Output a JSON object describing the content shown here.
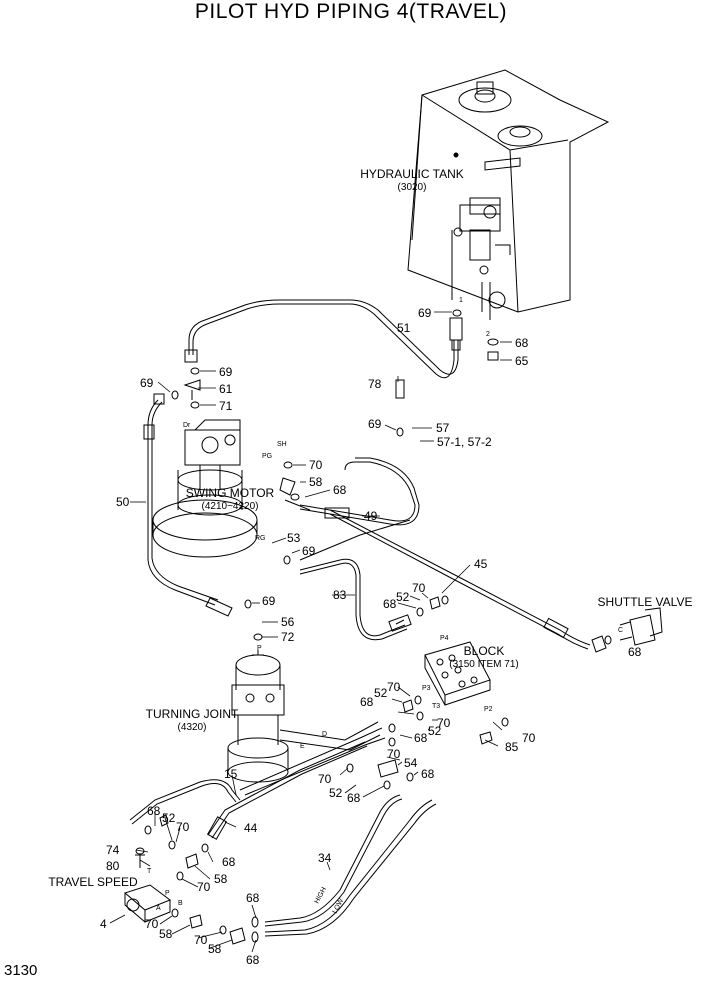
{
  "title": "PILOT HYD PIPING 4(TRAVEL)",
  "page_number": "3130",
  "components": {
    "hydraulic_tank": [
      "HYDRAULIC TANK",
      "(3020)"
    ],
    "swing_motor": [
      "SWING MOTOR",
      "(4210~4220)"
    ],
    "turning_joint": [
      "TURNING JOINT",
      "(4320)"
    ],
    "block": [
      "BLOCK",
      "(3150 ITEM 71)"
    ],
    "shuttle_valve": [
      "SHUTTLE VALVE"
    ],
    "travel_speed": [
      "TRAVEL SPEED"
    ]
  },
  "port_labels": [
    "1",
    "2",
    "Dr",
    "SH",
    "PG",
    "RG",
    "P",
    "D",
    "E",
    "P4",
    "P3",
    "T3",
    "P2",
    "C",
    "T",
    "P",
    "A",
    "B",
    "HIGH",
    "LOW"
  ],
  "callouts": [
    {
      "num": "69"
    },
    {
      "num": "51"
    },
    {
      "num": "68"
    },
    {
      "num": "65"
    },
    {
      "num": "69"
    },
    {
      "num": "69"
    },
    {
      "num": "61"
    },
    {
      "num": "71"
    },
    {
      "num": "78"
    },
    {
      "num": "69"
    },
    {
      "num": "57"
    },
    {
      "num": "57-1, 57-2"
    },
    {
      "num": "70"
    },
    {
      "num": "58"
    },
    {
      "num": "68"
    },
    {
      "num": "49"
    },
    {
      "num": "50"
    },
    {
      "num": "53"
    },
    {
      "num": "69"
    },
    {
      "num": "45"
    },
    {
      "num": "70"
    },
    {
      "num": "52"
    },
    {
      "num": "68"
    },
    {
      "num": "83"
    },
    {
      "num": "68"
    },
    {
      "num": "69"
    },
    {
      "num": "56"
    },
    {
      "num": "72"
    },
    {
      "num": "70"
    },
    {
      "num": "52"
    },
    {
      "num": "68"
    },
    {
      "num": "70"
    },
    {
      "num": "52"
    },
    {
      "num": "68"
    },
    {
      "num": "70"
    },
    {
      "num": "85"
    },
    {
      "num": "70"
    },
    {
      "num": "54"
    },
    {
      "num": "68"
    },
    {
      "num": "70"
    },
    {
      "num": "52"
    },
    {
      "num": "68"
    },
    {
      "num": "15"
    },
    {
      "num": "68"
    },
    {
      "num": "52"
    },
    {
      "num": "70"
    },
    {
      "num": "44"
    },
    {
      "num": "74"
    },
    {
      "num": "80"
    },
    {
      "num": "68"
    },
    {
      "num": "70"
    },
    {
      "num": "58"
    },
    {
      "num": "34"
    },
    {
      "num": "4"
    },
    {
      "num": "70"
    },
    {
      "num": "58"
    },
    {
      "num": "68"
    },
    {
      "num": "70"
    },
    {
      "num": "58"
    },
    {
      "num": "68"
    }
  ]
}
